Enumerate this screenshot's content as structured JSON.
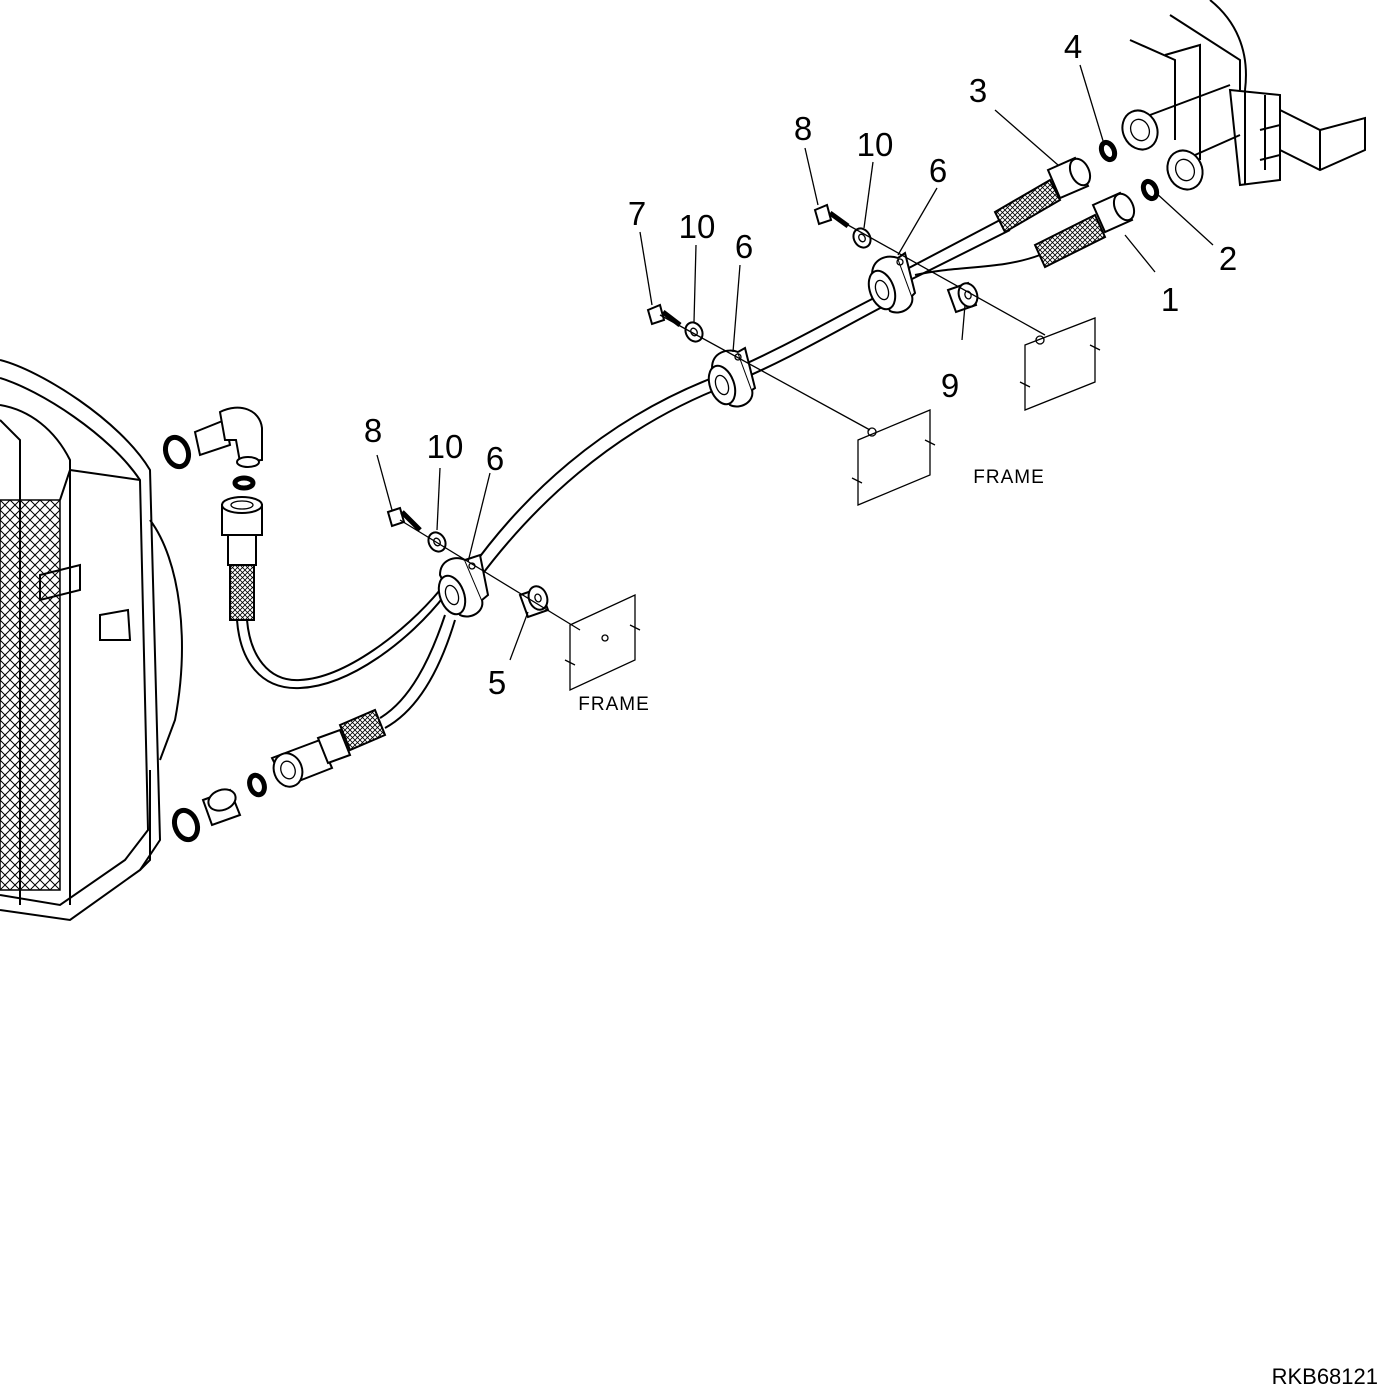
{
  "callouts": {
    "c1": "1",
    "c2": "2",
    "c3": "3",
    "c4": "4",
    "c5": "5",
    "c6a": "6",
    "c6b": "6",
    "c6c": "6",
    "c7": "7",
    "c8a": "8",
    "c8b": "8",
    "c9": "9",
    "c10a": "10",
    "c10b": "10",
    "c10c": "10"
  },
  "labels": {
    "frame_upper": "FRAME",
    "frame_lower": "FRAME",
    "drawing_id": "RKB68121"
  }
}
